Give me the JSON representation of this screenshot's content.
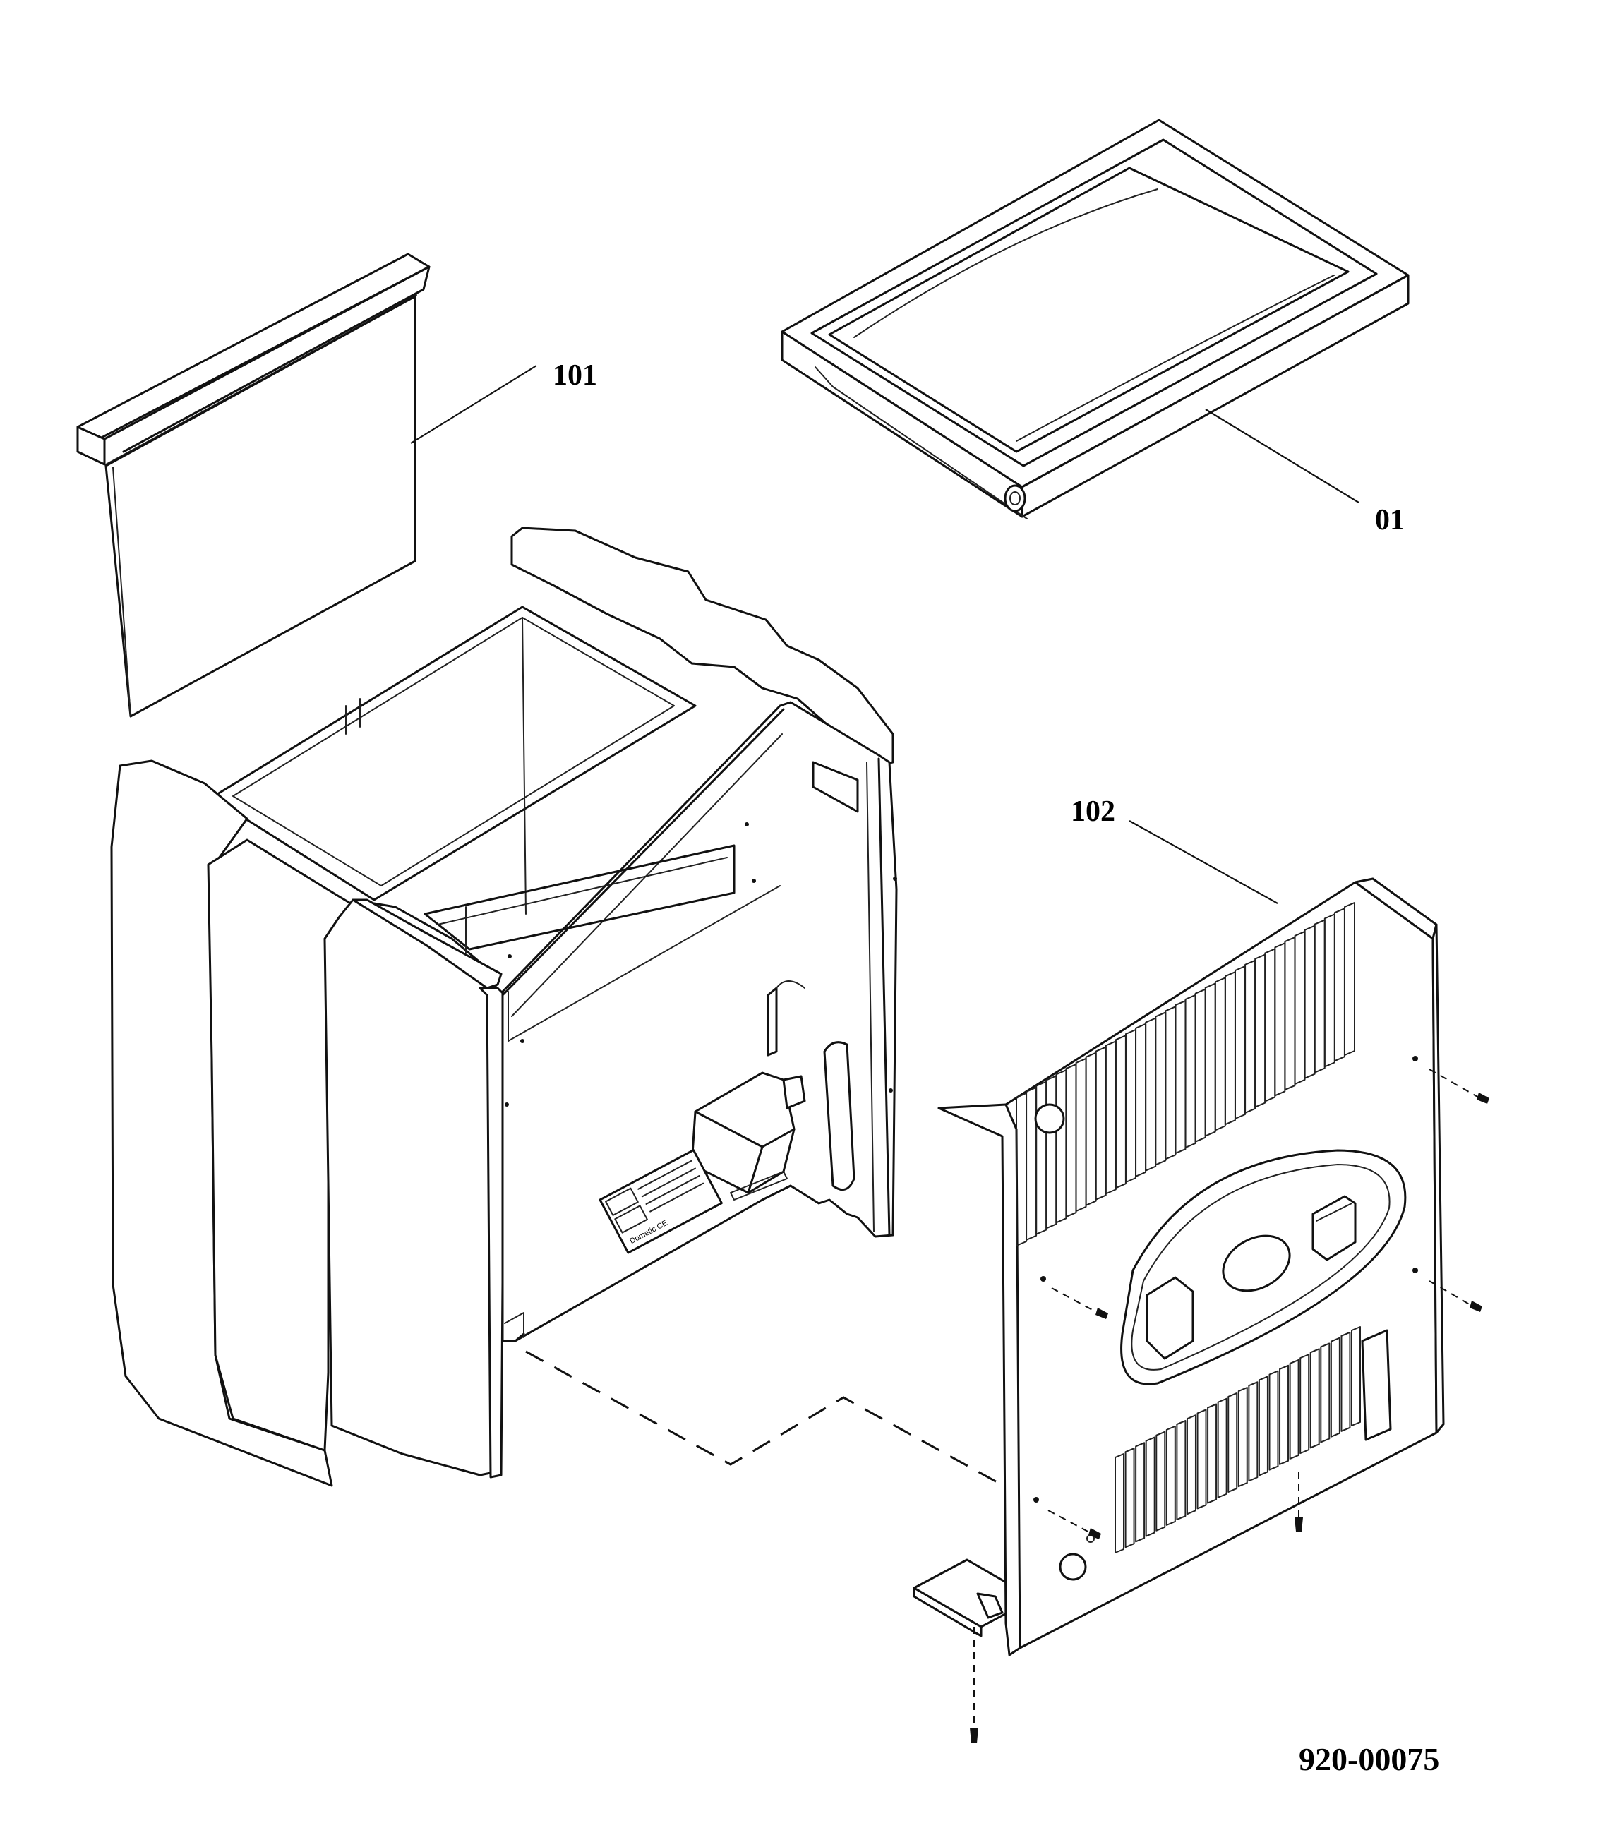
{
  "callouts": {
    "part_101": "101",
    "part_01": "01",
    "part_102": "102"
  },
  "drawing_number": "920-00075",
  "label_plate_text": "Dometic CE"
}
